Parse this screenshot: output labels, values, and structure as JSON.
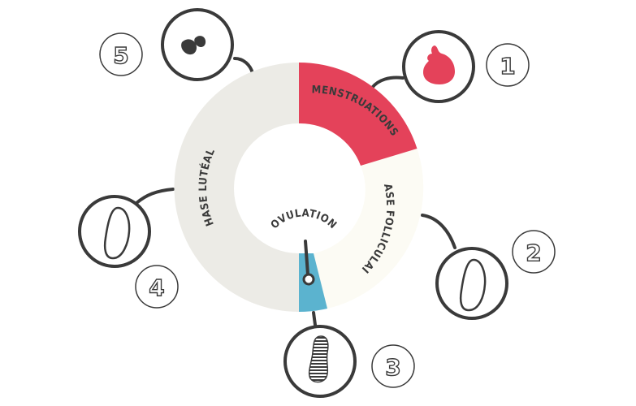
{
  "phases": {
    "menstruations": "MENSTRUATIONS",
    "folliculaire": "PHASE FOLLICULAIRE",
    "luteale": "PHASE LUTÉALE",
    "ovulation": "OVULATION"
  },
  "steps": [
    "1",
    "2",
    "3",
    "4",
    "5"
  ],
  "colors": {
    "menstruation": "#e4425a",
    "follicular": "#fcfbf4",
    "luteal": "#ecebe6",
    "ovulation": "#5bb3cf",
    "ink": "#3a3a3a"
  },
  "icons": {
    "step1": "blood-drop-icon",
    "step2": "egg-outline-icon",
    "step3": "striped-egg-icon",
    "step4": "egg-outline-icon",
    "step5": "shed-tissue-icon"
  }
}
